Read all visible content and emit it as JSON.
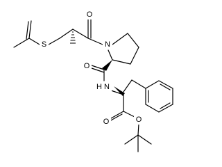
{
  "molecule": {
    "atoms": {
      "sulfur": "S",
      "ketone_oxygen": "O",
      "ring_nitrogen": "N",
      "amide_oxygen": "O",
      "amide_nitrogen": "N",
      "amide_hydrogen": "H",
      "ester_oxygen_carbonyl": "O",
      "ester_oxygen_ether": "O"
    }
  }
}
